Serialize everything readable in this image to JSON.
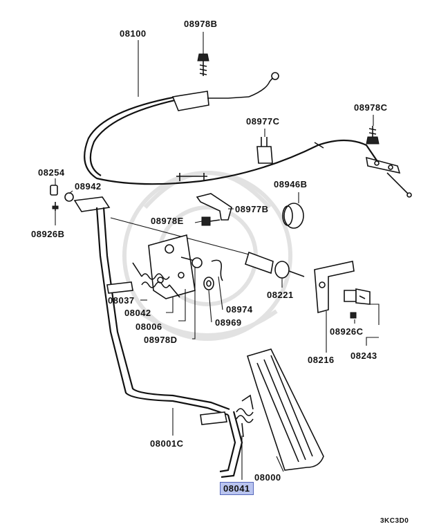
{
  "labels": {
    "p08100": "08100",
    "p08978B": "08978B",
    "p08978C": "08978C",
    "p08977C": "08977C",
    "p08254": "08254",
    "p08942": "08942",
    "p08926B": "08926B",
    "p08946B": "08946B",
    "p08977B": "08977B",
    "p08978E": "08978E",
    "p08221": "08221",
    "p08037": "08037",
    "p08042": "08042",
    "p08006": "08006",
    "p08978D": "08978D",
    "p08974": "08974",
    "p08969": "08969",
    "p08926C": "08926C",
    "p08243": "08243",
    "p08216": "08216",
    "p08001C": "08001C",
    "p08000": "08000",
    "p08041": "08041"
  },
  "highlight": {
    "part": "08041",
    "color": "#b9c4ef"
  },
  "diagram_code": "3KC3D0"
}
